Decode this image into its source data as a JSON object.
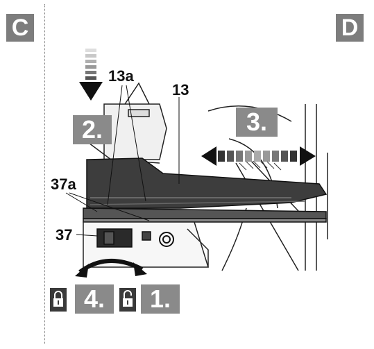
{
  "panels": {
    "left": "C",
    "right": "D"
  },
  "steps": {
    "one": "1.",
    "two": "2.",
    "three": "3.",
    "four": "4."
  },
  "callouts": {
    "c13a": "13a",
    "c13": "13",
    "c37a": "37a",
    "c37": "37"
  },
  "icons": {
    "locked": "padlock-closed-icon",
    "unlocked": "padlock-open-icon"
  },
  "colors": {
    "badge": "#7d7d7d",
    "step_box": "#8a8a8a",
    "ink": "#1a1a1a"
  }
}
